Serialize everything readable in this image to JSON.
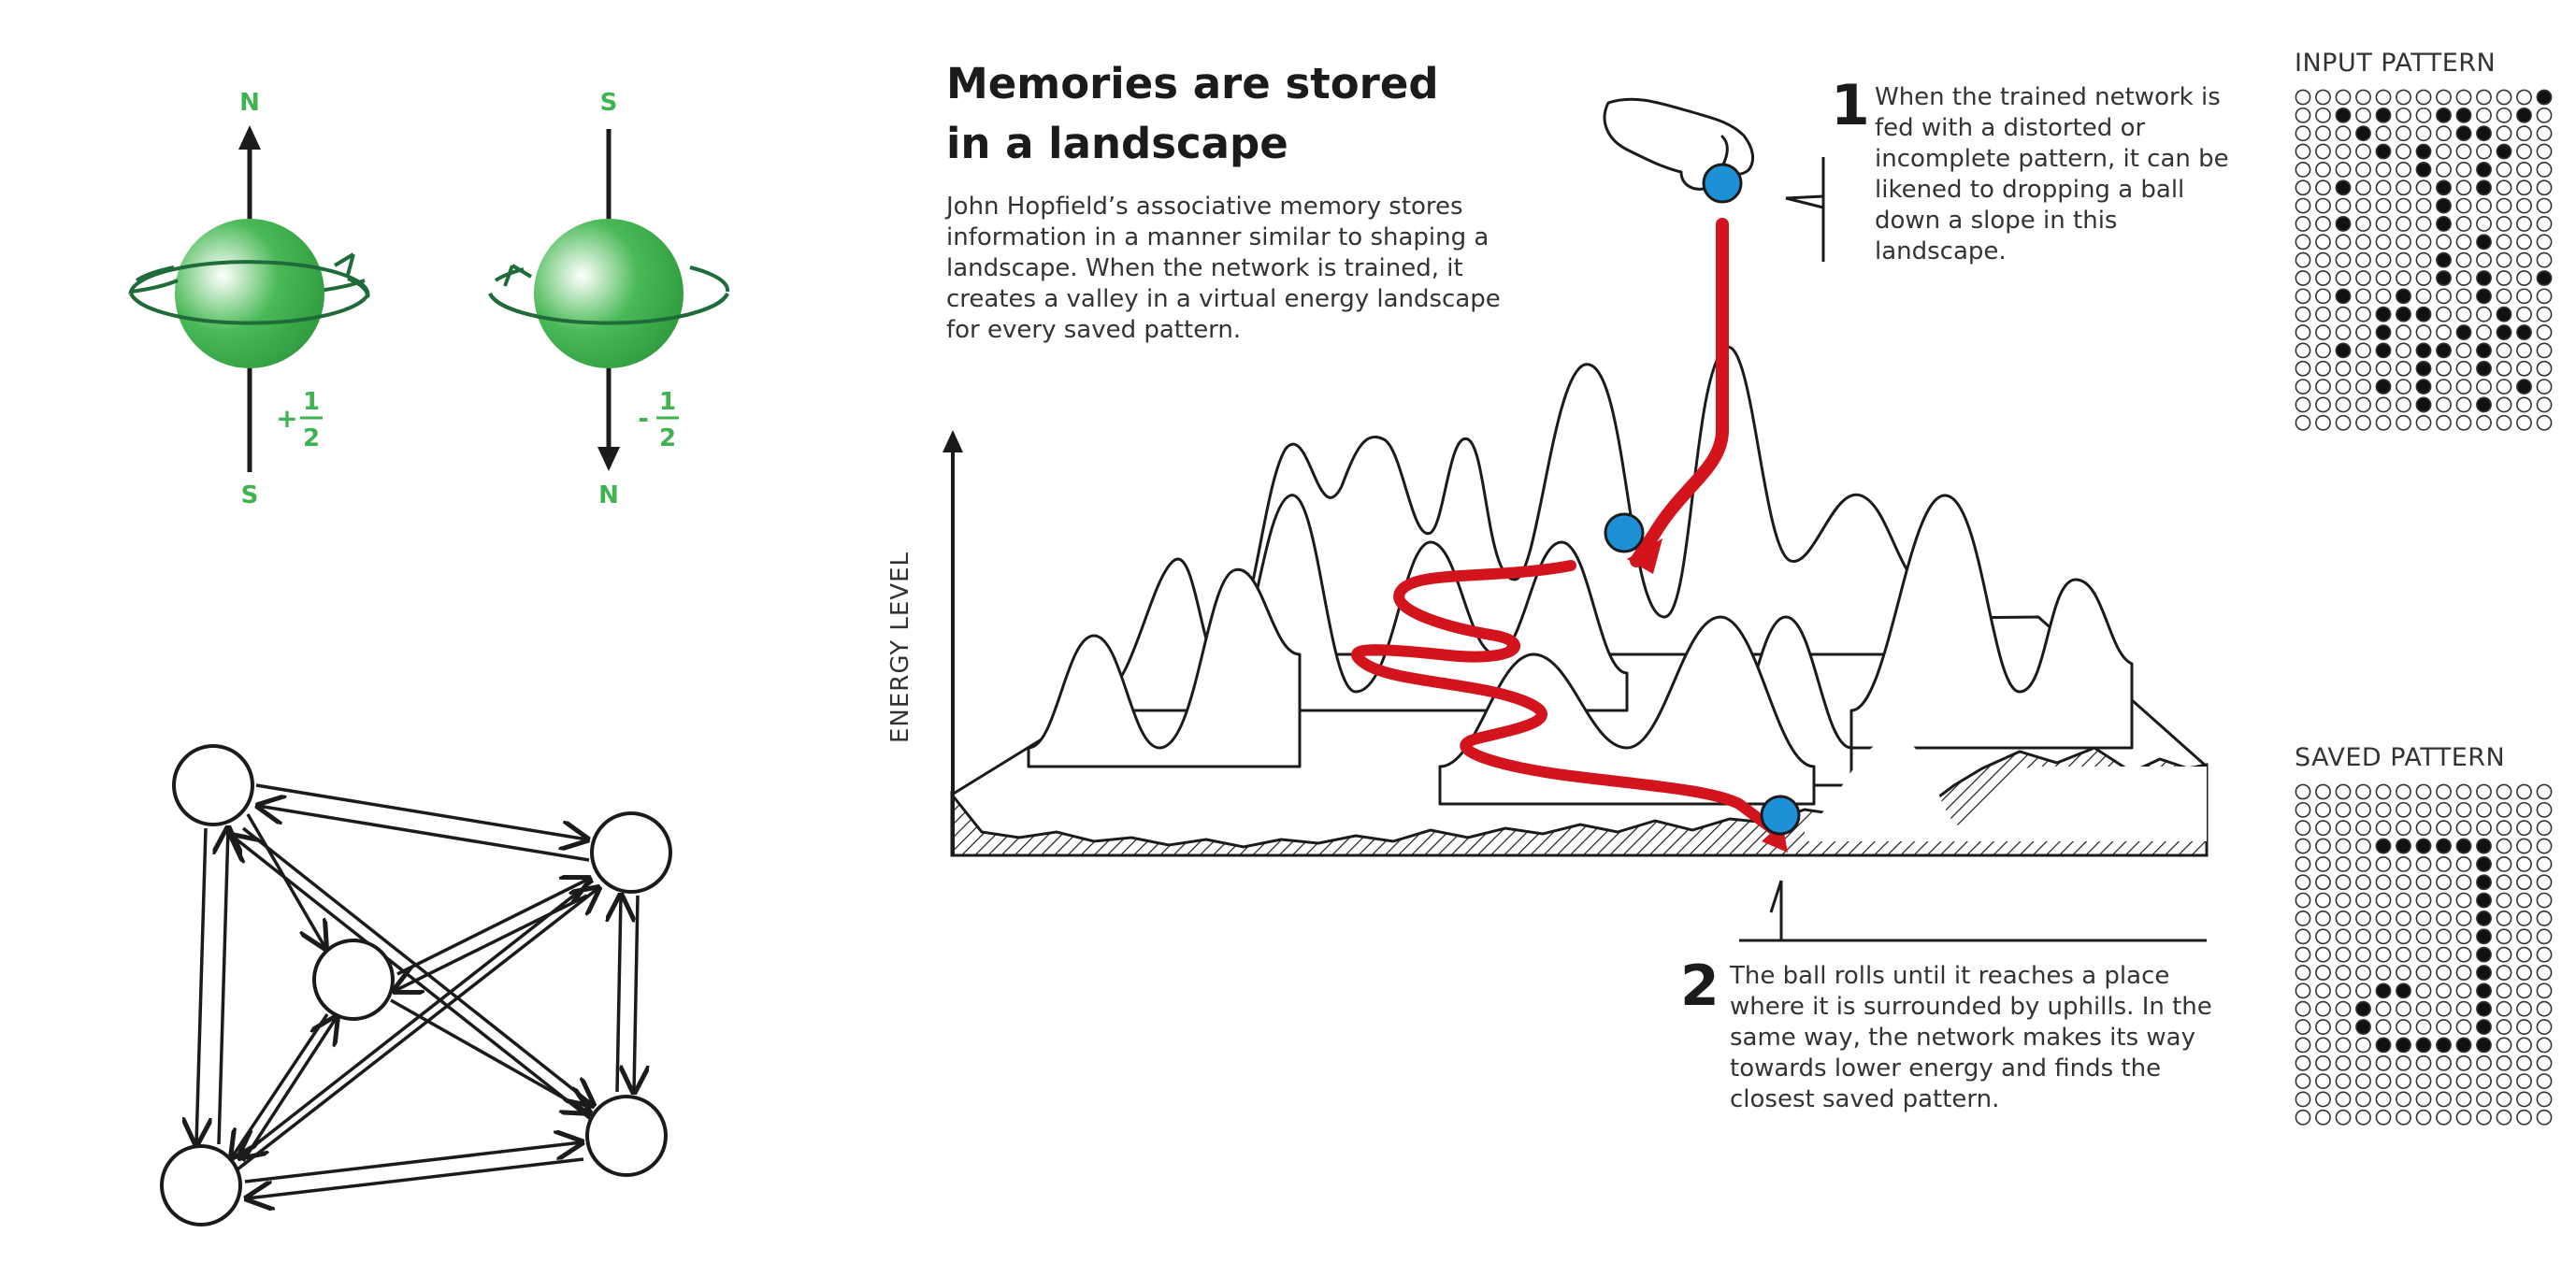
{
  "spin_diagram": {
    "up_spin": {
      "top_pole": "N",
      "bottom_pole": "S",
      "value_sign": "+",
      "value_num": "1",
      "value_den": "2"
    },
    "down_spin": {
      "top_pole": "S",
      "bottom_pole": "N",
      "value_sign": "-",
      "value_num": "1",
      "value_den": "2"
    },
    "colors": {
      "sphere": "#3fb34f",
      "ring": "#1f6b3a",
      "label": "#3fb34f"
    }
  },
  "network_diagram": {
    "node_count": 5,
    "edge_style": "bidirectional-arrows"
  },
  "landscape": {
    "title_line1": "Memories are stored",
    "title_line2": "in a landscape",
    "intro": "John Hopfield’s associative memory stores information in a manner similar to shaping a landscape. When the network is trained, it creates a valley in a virtual energy landscape for every saved pattern.",
    "axis_label": "ENERGY LEVEL",
    "step1": {
      "number": "1",
      "text": "When the trained network is fed with a distorted or incomplete pattern, it can be likened to dropping a ball down a slope in this landscape."
    },
    "step2": {
      "number": "2",
      "text": "The ball rolls until it reaches a place where it is surrounded by uphills. In the same way, the network makes its way towards lower energy and finds the closest saved pattern."
    },
    "colors": {
      "path": "#d4141c",
      "ball": "#1e90d6"
    }
  },
  "input_pattern": {
    "title": "INPUT PATTERN",
    "rows": [
      "0000000000001",
      "0010100110010",
      "0001000011000",
      "0000101000100",
      "0000001001000",
      "0010000101000",
      "0000000100000",
      "0010000100000",
      "0000000001000",
      "0000000100000",
      "0000000101001",
      "0010010001000",
      "0000111000100",
      "0000100010110",
      "0010101101000",
      "0000001001000",
      "0000101000010",
      "0000001001000",
      "0000000000000"
    ]
  },
  "saved_pattern": {
    "title": "SAVED PATTERN",
    "rows": [
      "0000000000000",
      "0000000000000",
      "0000000000000",
      "0000111111000",
      "0000000001000",
      "0000000001000",
      "0000000001000",
      "0000000001000",
      "0000000001000",
      "0000000001000",
      "0000000001000",
      "0000110001000",
      "0001000001000",
      "0001000001000",
      "0000111111000",
      "0000000000000",
      "0000000000000",
      "0000000000000",
      "0000000000000"
    ]
  }
}
